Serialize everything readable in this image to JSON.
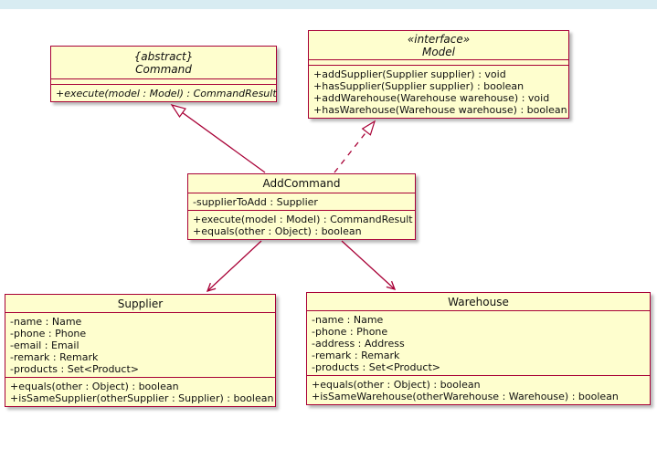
{
  "colors": {
    "box_fill": "#fefece",
    "box_border": "#a80036",
    "arrow": "#a80036",
    "top_strip": "#d8ecf2",
    "background": "#ffffff"
  },
  "classes": {
    "command": {
      "stereotype": "{abstract}",
      "name": "Command",
      "methods": [
        "+execute(model : Model) : CommandResult"
      ]
    },
    "model": {
      "stereotype": "«interface»",
      "name": "Model",
      "methods": [
        "+addSupplier(Supplier supplier) : void",
        "+hasSupplier(Supplier supplier) : boolean",
        "+addWarehouse(Warehouse warehouse) : void",
        "+hasWarehouse(Warehouse warehouse) : boolean"
      ]
    },
    "add_command": {
      "name": "AddCommand",
      "attributes": [
        "-supplierToAdd : Supplier"
      ],
      "methods": [
        "+execute(model : Model) : CommandResult",
        "+equals(other : Object) : boolean"
      ]
    },
    "supplier": {
      "name": "Supplier",
      "attributes": [
        "-name : Name",
        "-phone : Phone",
        "-email : Email",
        "-remark : Remark",
        "-products : Set<Product>"
      ],
      "methods": [
        "+equals(other : Object) : boolean",
        "+isSameSupplier(otherSupplier : Supplier) : boolean"
      ]
    },
    "warehouse": {
      "name": "Warehouse",
      "attributes": [
        "-name : Name",
        "-phone : Phone",
        "-address : Address",
        "-remark : Remark",
        "-products : Set<Product>"
      ],
      "methods": [
        "+equals(other : Object) : boolean",
        "+isSameWarehouse(otherWarehouse : Warehouse) : boolean"
      ]
    }
  },
  "relations": [
    {
      "from": "AddCommand",
      "to": "Command",
      "type": "generalization",
      "line": "solid",
      "head": "hollow-triangle"
    },
    {
      "from": "AddCommand",
      "to": "Model",
      "type": "realization",
      "line": "dashed",
      "head": "hollow-triangle"
    },
    {
      "from": "AddCommand",
      "to": "Supplier",
      "type": "directed-association",
      "line": "solid",
      "head": "open-arrow"
    },
    {
      "from": "AddCommand",
      "to": "Warehouse",
      "type": "directed-association",
      "line": "solid",
      "head": "open-arrow"
    }
  ]
}
